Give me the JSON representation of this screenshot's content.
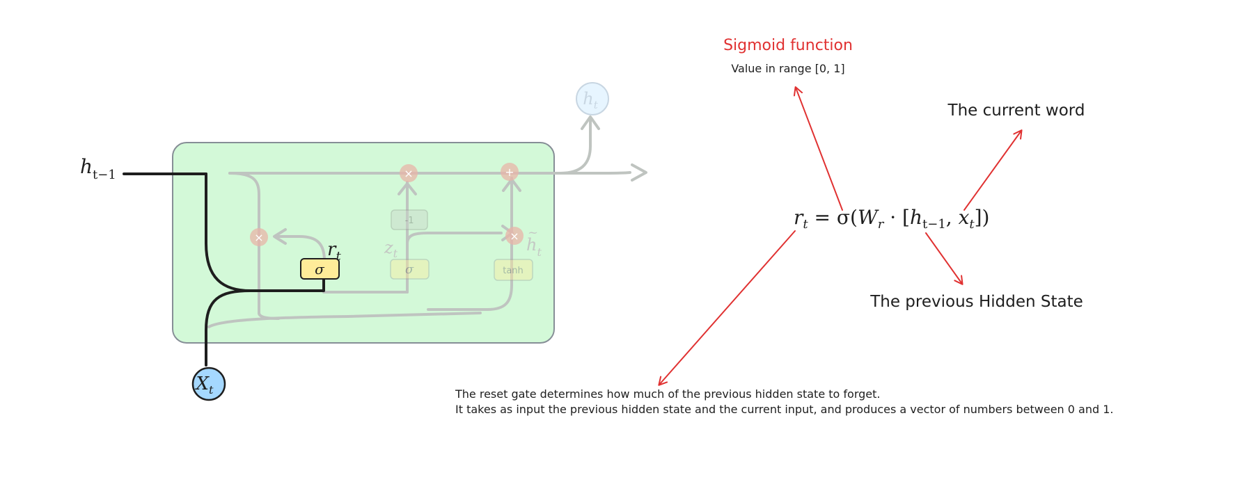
{
  "cell": {
    "input_hidden": "h",
    "input_hidden_sub": "t−1",
    "input_x": "X",
    "input_x_sub": "t",
    "output_h": "h",
    "output_h_sub": "t",
    "reset_gate_symbol": "σ",
    "reset_label": "r",
    "reset_label_sub": "t",
    "update_gate_symbol": "σ",
    "update_label": "z",
    "update_label_sub": "t",
    "candidate_symbol": "tanh",
    "candidate_label": "h",
    "candidate_label_sub": "t",
    "one_minus": "-1",
    "multiply_symbol": "×",
    "add_symbol": "+"
  },
  "equation": {
    "lhs": "r",
    "lhs_sub": "t",
    "eq_sign": " = σ(",
    "weight": "W",
    "weight_sub": "r",
    "dot": " · [",
    "h": "h",
    "h_sub": "t−1",
    "comma": ", ",
    "x": "x",
    "x_sub": "t",
    "close": "])"
  },
  "annotations": {
    "sigmoid_title": "Sigmoid function",
    "sigmoid_range": "Value in range [0, 1]",
    "current_word": "The current word",
    "previous_hidden": "The previous Hidden State",
    "description_line1": "The reset gate determines how much of the previous hidden state to forget.",
    "description_line2": "It takes as input the previous hidden state and the current input, and produces a vector of numbers between 0 and 1."
  },
  "colors": {
    "cell_fill": "#d3f9d8",
    "cell_stroke": "#868e96",
    "active_line": "#1e1e1e",
    "faded_line": "#bfc4c0",
    "reset_gate_fill": "#ffec99",
    "x_node_fill": "#a5d8ff",
    "h_node_fill": "#e7f5ff",
    "op_node_fill": "#e8b4a8",
    "annotation_red": "#e03131"
  }
}
